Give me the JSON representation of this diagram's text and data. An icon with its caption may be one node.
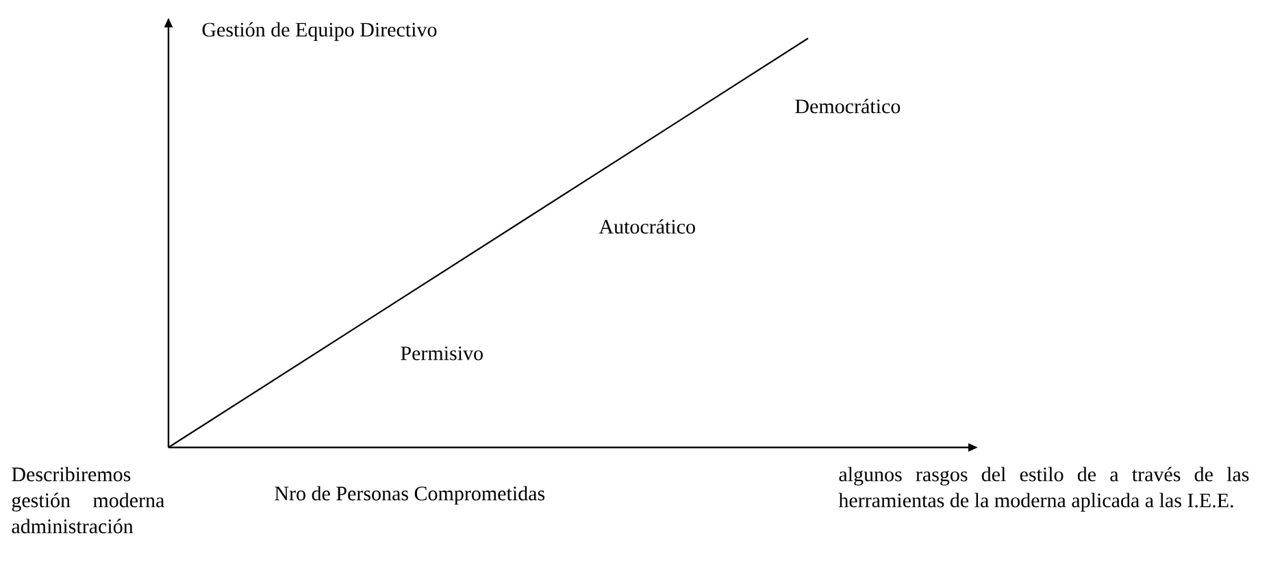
{
  "diagram": {
    "labels": [
      "Gestión de Equipo Directivo",
      "Democrático",
      "Autocrático",
      "Permisivo",
      "Describiremos gestión moderna administración",
      "Nro de Personas Comprometidas",
      "algunos rasgos del estilo de a través de las herramientas de la moderna aplicada a las I.E.E."
    ]
  }
}
